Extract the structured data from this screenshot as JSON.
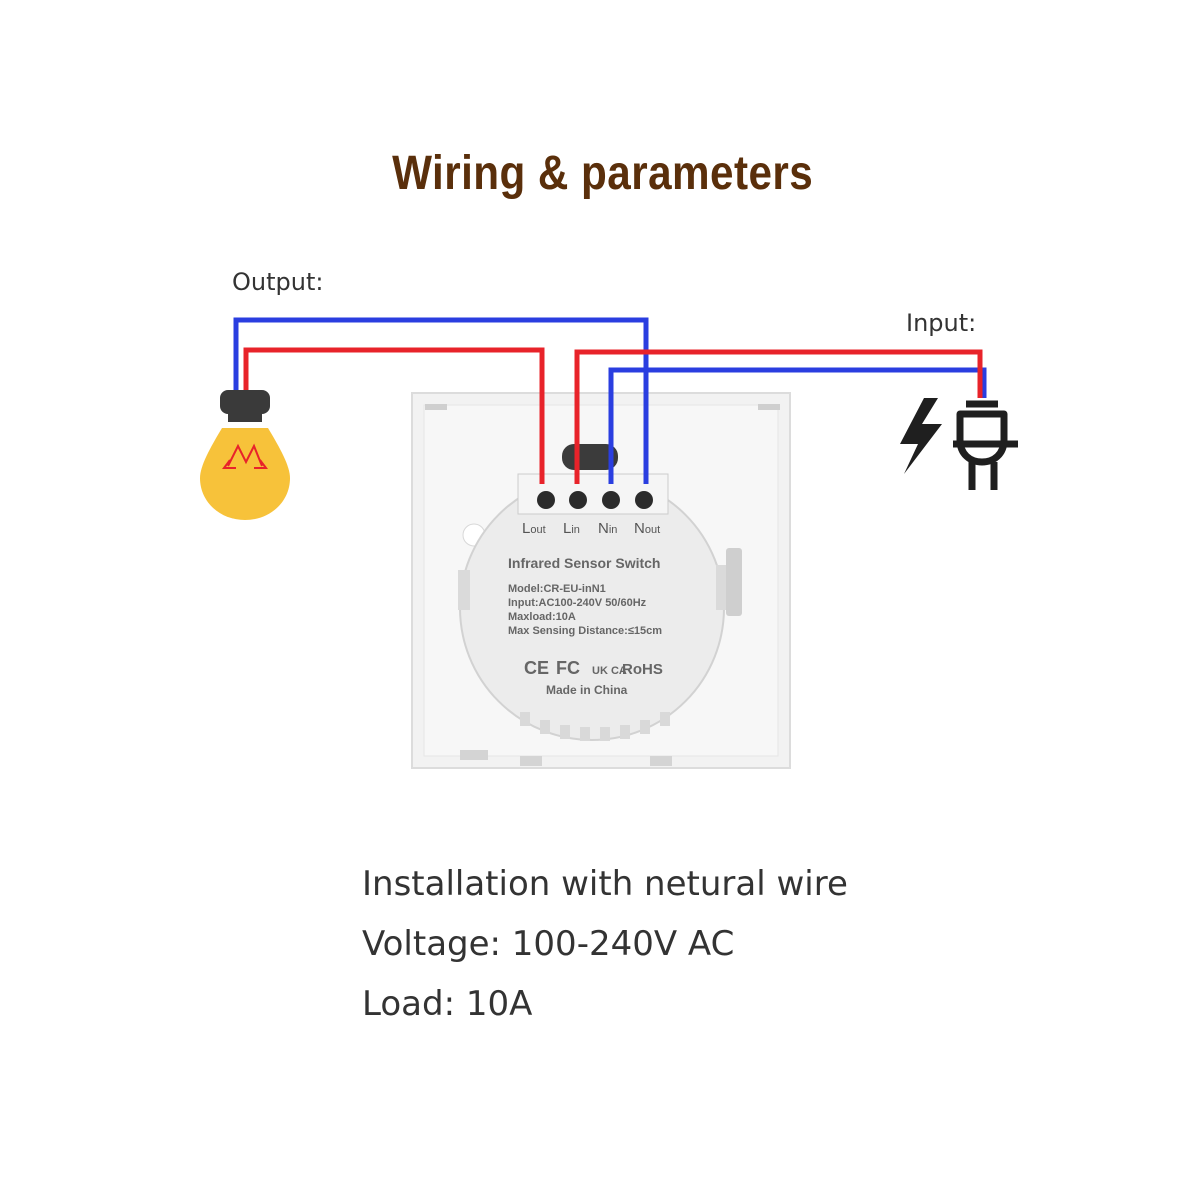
{
  "title": "Wiring & parameters",
  "labels": {
    "output": "Output:",
    "input": "Input:"
  },
  "terminals": [
    {
      "main": "L",
      "sub": "out"
    },
    {
      "main": "L",
      "sub": "in"
    },
    {
      "main": "N",
      "sub": "in"
    },
    {
      "main": "N",
      "sub": "out"
    }
  ],
  "device": {
    "name": "Infrared Sensor Switch",
    "model": "Model:CR-EU-inN1",
    "input": "Input:AC100-240V 50/60Hz",
    "maxload": "Maxload:10A",
    "sensing": "Max Sensing Distance:≤15cm",
    "certs": [
      "CE",
      "FC",
      "UK CA",
      "RoHS"
    ],
    "origin": "Made in China"
  },
  "specs": [
    "Installation with netural wire",
    "Voltage: 100-240V AC",
    "Load: 10A"
  ],
  "icons": [
    "light-bulb-icon",
    "lightning-bolt-icon",
    "power-plug-icon"
  ],
  "colors": {
    "title": "#5a2f0b",
    "live_wire": "#e8232a",
    "neutral_wire": "#2a3ee0",
    "bulb": "#f7c23a"
  }
}
